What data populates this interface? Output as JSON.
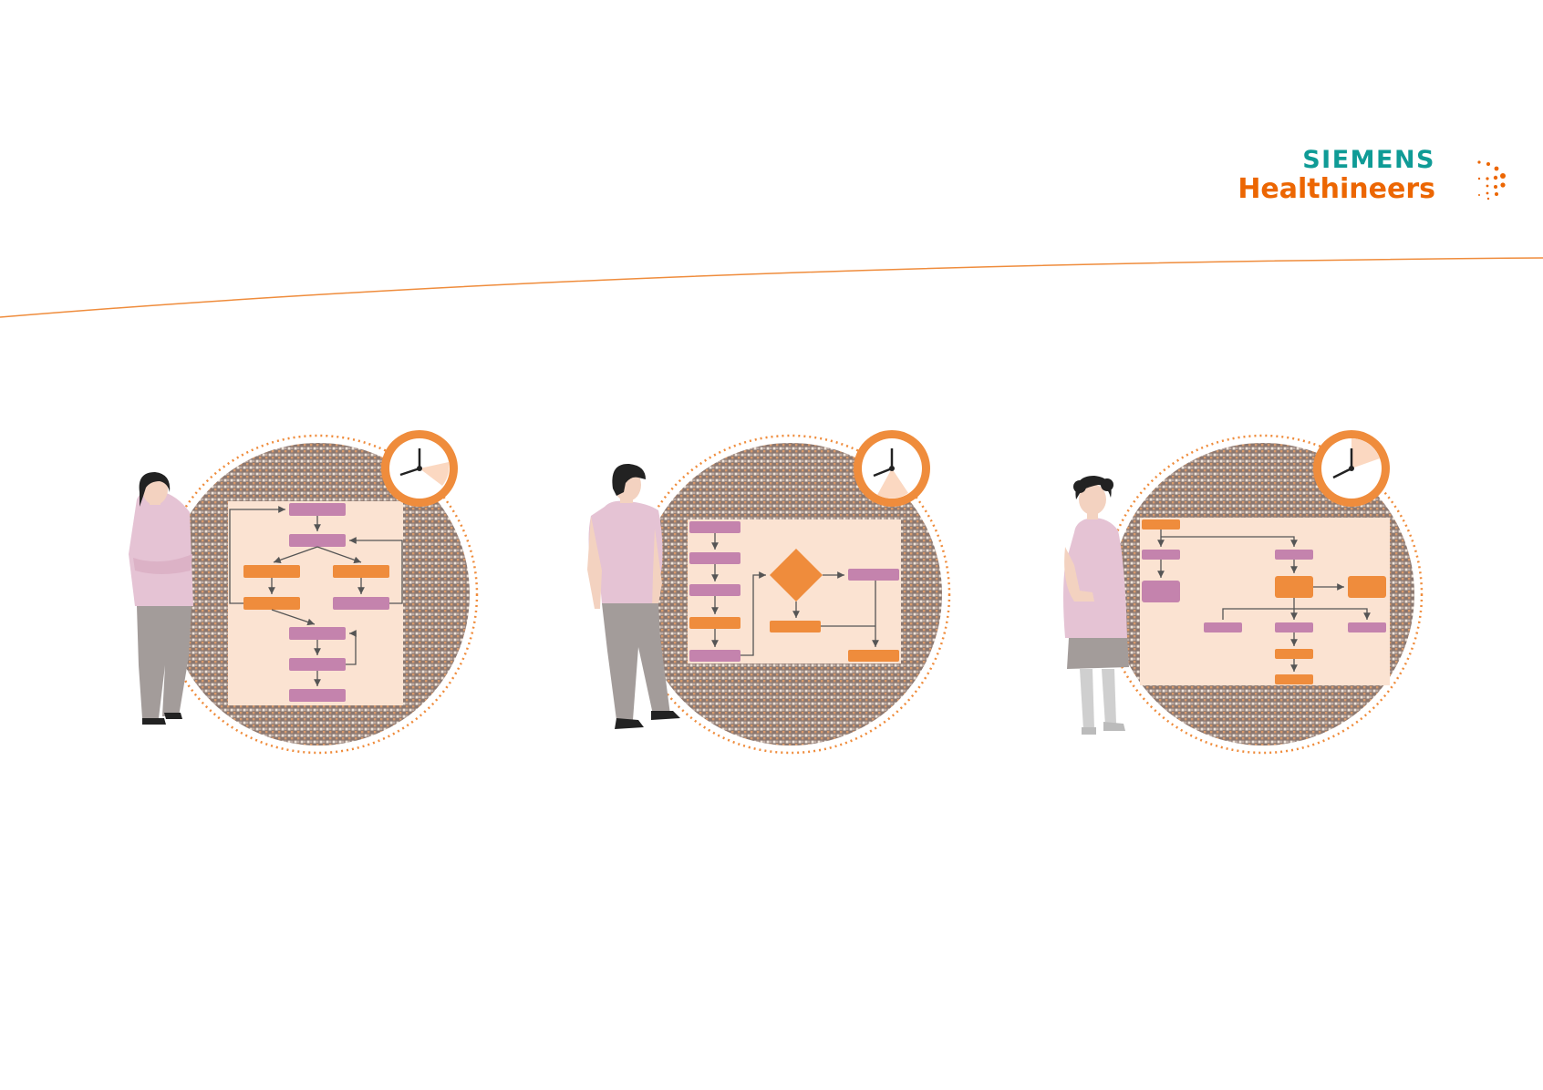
{
  "brand": {
    "line1": "SIEMENS",
    "line2": "Healthineers",
    "color_line1": "#0f9b96",
    "color_line2": "#ec6602",
    "icon": "dots-arc-icon"
  },
  "colors": {
    "accent_orange": "#ef8c3c",
    "box_pink": "#c483ad",
    "panel_bg": "#fbe3d2",
    "shirt": "#e5c3d4",
    "pants": "#a39c9a",
    "hair": "#222222",
    "skin": "#f3d2c0"
  },
  "panels": [
    {
      "name": "panel-1",
      "person": "woman-arms-crossed",
      "diagram": "vertical-flowchart-with-branches",
      "clock": "clock-icon"
    },
    {
      "name": "panel-2",
      "person": "man-standing",
      "diagram": "flowchart-with-decision-diamond",
      "clock": "clock-icon"
    },
    {
      "name": "panel-3",
      "person": "woman-skirt",
      "diagram": "hierarchical-flowchart",
      "clock": "clock-icon"
    }
  ]
}
